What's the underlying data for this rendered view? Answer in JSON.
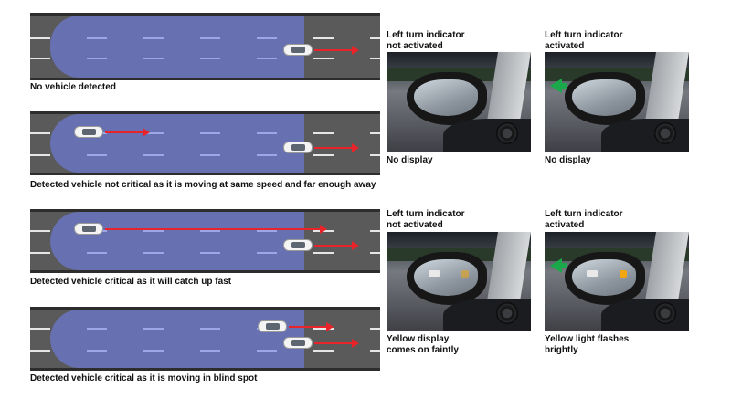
{
  "scenarios": [
    {
      "caption": "No vehicle detected"
    },
    {
      "caption": "Detected vehicle not critical as it is moving at same speed and far enough away"
    },
    {
      "caption": "Detected vehicle critical as it will catch up fast"
    },
    {
      "caption": "Detected vehicle critical as it is moving in blind spot"
    }
  ],
  "panels": {
    "top_left": {
      "heading": "Left turn indicator\nnot activated",
      "result": "No display"
    },
    "top_right": {
      "heading": "Left turn indicator\nactivated",
      "result": "No display"
    },
    "bottom_left": {
      "heading": "Left turn indicator\nnot activated",
      "result": "Yellow display\ncomes on faintly"
    },
    "bottom_right": {
      "heading": "Left turn indicator\nactivated",
      "result": "Yellow light flashes\nbrightly"
    }
  },
  "colors": {
    "detection_zone": "#707ee6",
    "motion_arrow": "#e8242a",
    "warning_yellow": "#f1a50f",
    "turn_signal_green": "#1aa84a",
    "road": "#5a5a5a"
  },
  "icons": [
    "car-icon",
    "arrow-icon",
    "turn-signal-arrow-icon",
    "blind-spot-warning-icon"
  ]
}
